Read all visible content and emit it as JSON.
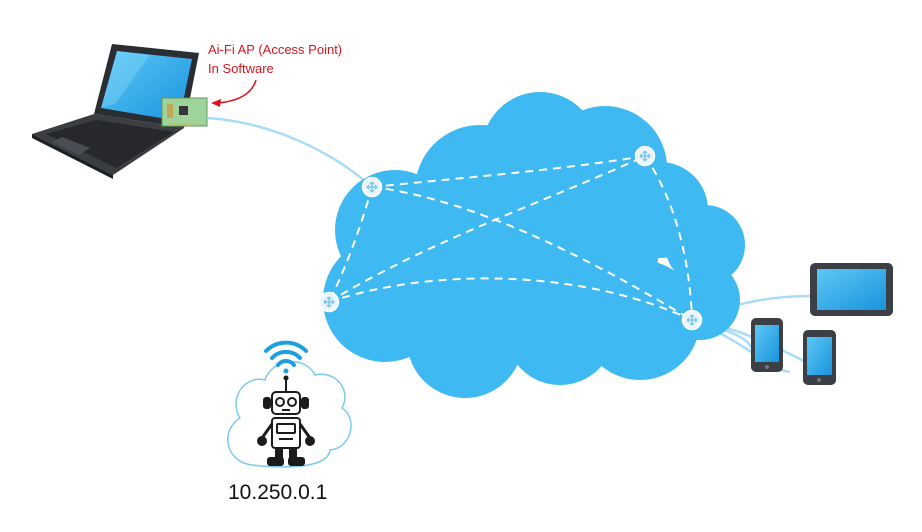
{
  "annotation": {
    "line1": "Ai-Fi  AP (Access Point)",
    "line2": "In Software",
    "color": "#d9141e"
  },
  "robot_node": {
    "ip_address": "10.250.0.1"
  },
  "colors": {
    "cloud": "#3fb9f2",
    "link": "#a9dcf7",
    "mesh": "#ffffff",
    "laptop_screen": "#2aa7ea",
    "wifi": "#1ea0e0"
  },
  "icons": [
    "laptop-icon",
    "network-card-icon",
    "cloud-icon",
    "router-node-icon",
    "robot-icon",
    "wifi-icon",
    "tablet-icon",
    "phone-icon"
  ]
}
